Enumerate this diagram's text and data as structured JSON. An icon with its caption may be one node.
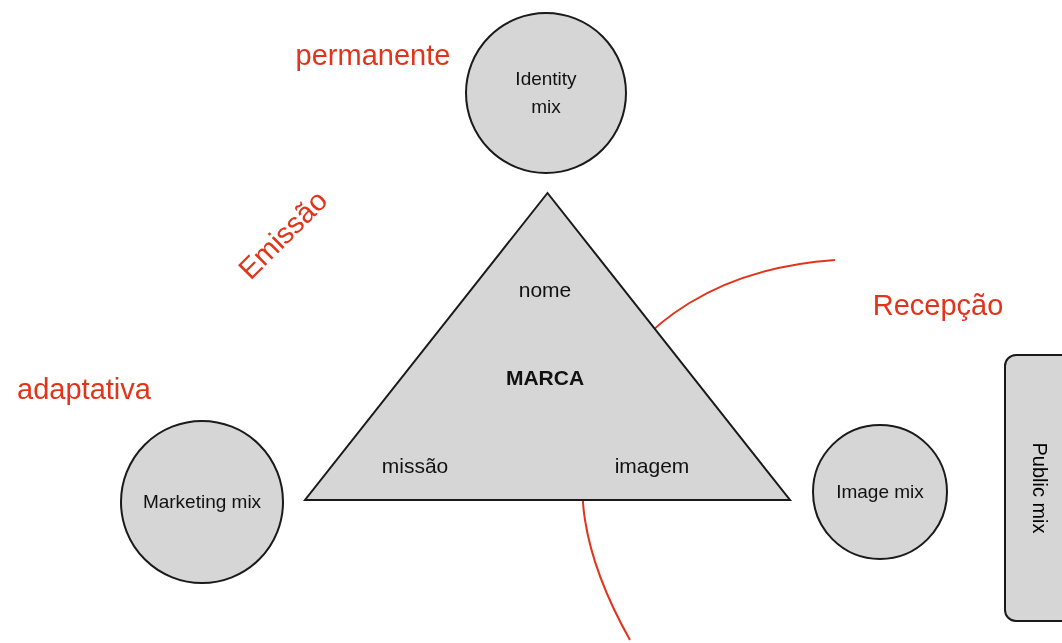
{
  "diagram": {
    "nodes": [
      {
        "text": [
          "Identity mix"
        ]
      },
      {
        "text": [
          "nome",
          "MARCA",
          "missão",
          "imagem"
        ]
      },
      {
        "text": [
          "Marketing mix"
        ]
      },
      {
        "text": [
          "Image mix"
        ]
      },
      {
        "text": [
          "Public mix"
        ]
      }
    ],
    "labels": [
      "permanente",
      "Emissão",
      "adaptativa",
      "Recepção"
    ]
  }
}
